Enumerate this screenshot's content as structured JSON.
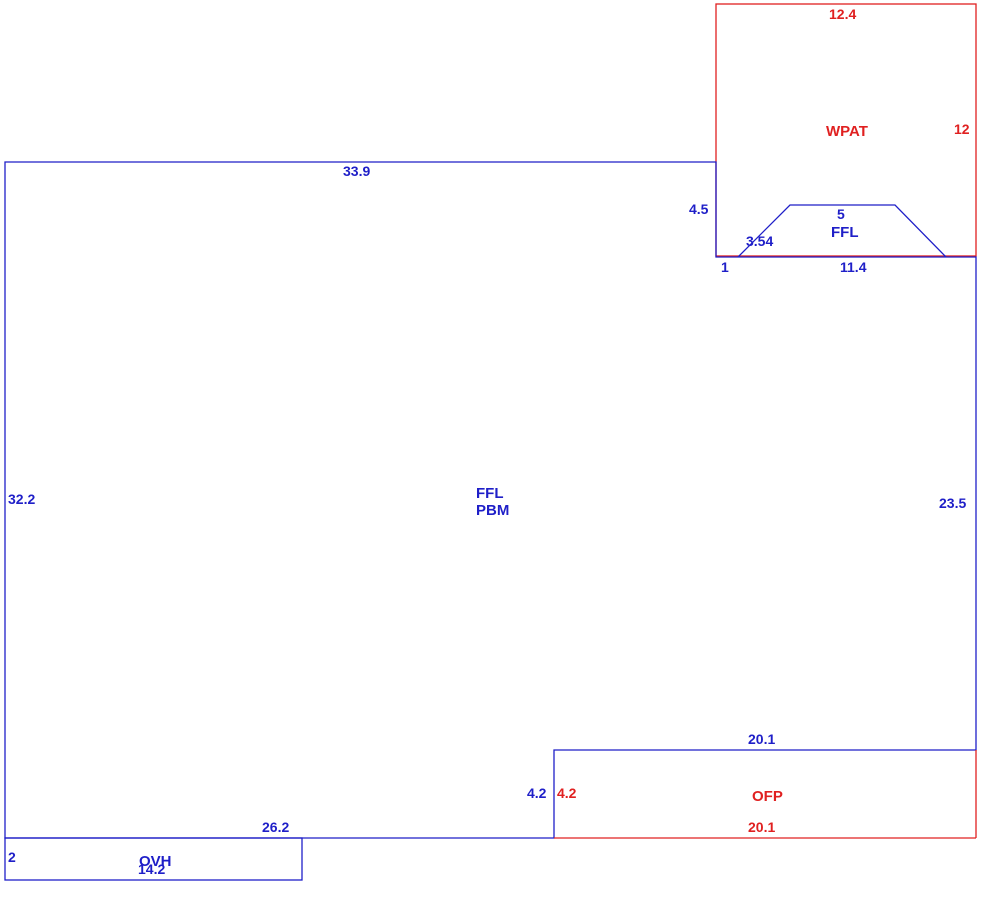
{
  "colors": {
    "main": "#1f1fc8",
    "accent": "#e02020"
  },
  "areas": {
    "main": {
      "code1": "FFL",
      "code2": "PBM"
    },
    "wpat": {
      "code": "WPAT"
    },
    "bay": {
      "code": "FFL"
    },
    "ofp": {
      "code": "OFP"
    },
    "ovh": {
      "code": "OVH"
    }
  },
  "dimensions": {
    "main_top": "33.9",
    "main_left": "32.2",
    "main_right": "23.5",
    "main_bottom": "26.2",
    "step_vertical": "4.2",
    "wpat_top": "12.4",
    "wpat_right": "12",
    "wpat_left": "4.5",
    "wpat_bottom": "11.4",
    "wpat_offset": "1",
    "bay_top": "5",
    "bay_side": "3.54",
    "ofp_top": "20.1",
    "ofp_bottom": "20.1",
    "ofp_side": "4.2",
    "ovh_side": "2",
    "ovh_bottom": "14.2"
  }
}
